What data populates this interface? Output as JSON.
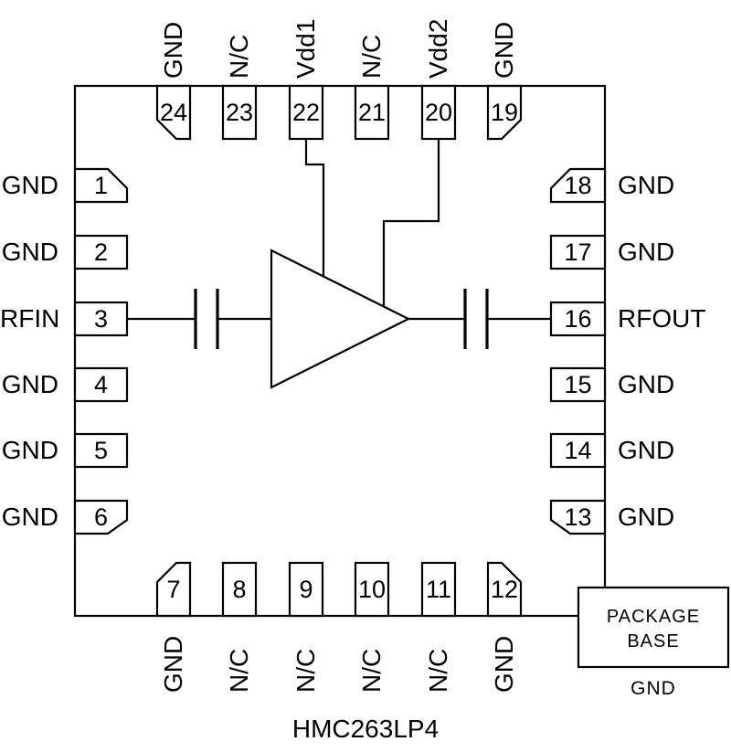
{
  "title": "HMC263LP4",
  "chip": {
    "pins": {
      "top": [
        {
          "number": "24",
          "label": "GND"
        },
        {
          "number": "23",
          "label": "N/C"
        },
        {
          "number": "22",
          "label": "Vdd1"
        },
        {
          "number": "21",
          "label": "N/C"
        },
        {
          "number": "20",
          "label": "Vdd2"
        },
        {
          "number": "19",
          "label": "GND"
        }
      ],
      "left": [
        {
          "number": "1",
          "label": "GND"
        },
        {
          "number": "2",
          "label": "GND"
        },
        {
          "number": "3",
          "label": "RFIN"
        },
        {
          "number": "4",
          "label": "GND"
        },
        {
          "number": "5",
          "label": "GND"
        },
        {
          "number": "6",
          "label": "GND"
        }
      ],
      "right": [
        {
          "number": "18",
          "label": "GND"
        },
        {
          "number": "17",
          "label": "GND"
        },
        {
          "number": "16",
          "label": "RFOUT"
        },
        {
          "number": "15",
          "label": "GND"
        },
        {
          "number": "14",
          "label": "GND"
        },
        {
          "number": "13",
          "label": "GND"
        }
      ],
      "bottom": [
        {
          "number": "7",
          "label": "GND"
        },
        {
          "number": "8",
          "label": "N/C"
        },
        {
          "number": "9",
          "label": "N/C"
        },
        {
          "number": "10",
          "label": "N/C"
        },
        {
          "number": "11",
          "label": "N/C"
        },
        {
          "number": "12",
          "label": "GND"
        }
      ]
    }
  },
  "package_base": {
    "line1": "PACKAGE",
    "line2": "BASE",
    "ground": "GND"
  },
  "colors": {
    "line": "#000000",
    "background": "#ffffff"
  }
}
